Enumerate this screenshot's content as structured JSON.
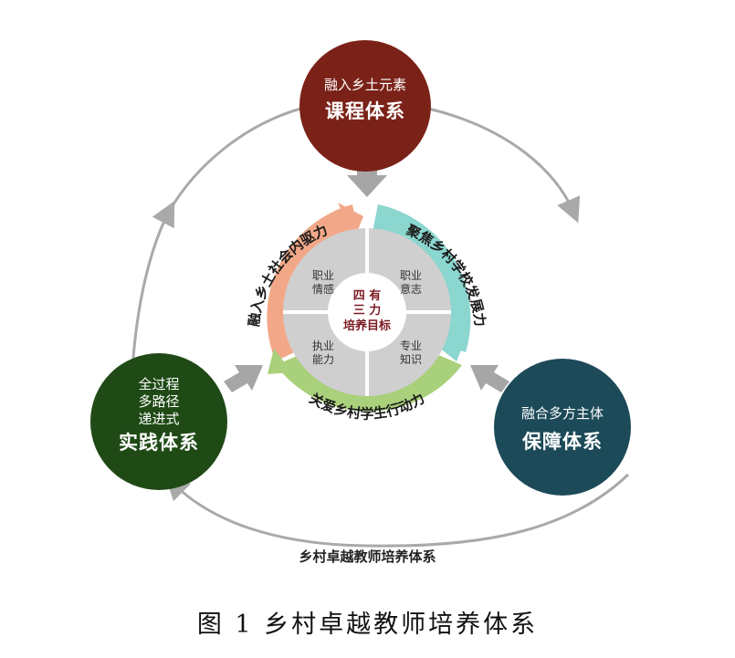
{
  "nodes": {
    "top": {
      "subtitle": "融入乡土元素",
      "title": "课程体系",
      "color": "#7b2218"
    },
    "left": {
      "lines": [
        "全过程",
        "多路径",
        "递进式"
      ],
      "title": "实践体系",
      "color": "#1f4a16"
    },
    "right": {
      "subtitle": "融合多方主体",
      "title": "保障体系",
      "color": "#1c4a59"
    }
  },
  "ring": {
    "segments": [
      {
        "label": "融入乡土社会内驱力",
        "color": "#f2a888"
      },
      {
        "label": "聚焦乡村学校发展力",
        "color": "#8bd6cf"
      },
      {
        "label": "关爱乡村学生行动力",
        "color": "#a9d07a"
      }
    ]
  },
  "quadrants": [
    {
      "label": "职业\n情感"
    },
    {
      "label": "职业\n意志"
    },
    {
      "label": "执业\n能力"
    },
    {
      "label": "专业\n知识"
    }
  ],
  "center": {
    "label": "四 有\n三 力\n培养目标"
  },
  "system_title": "乡村卓越教师培养体系",
  "caption": "图 1  乡村卓越教师培养体系",
  "colors": {
    "cycle_line": "#a9a9a9",
    "block_arrow": "#a6a6a6"
  }
}
